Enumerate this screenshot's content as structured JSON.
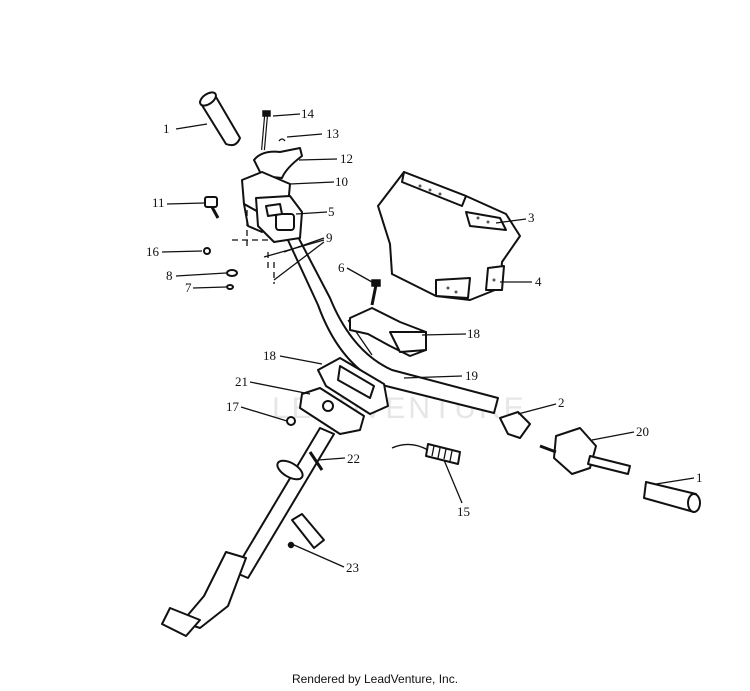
{
  "watermark": "LEADVENTURE",
  "footer": "Rendered by LeadVenture, Inc.",
  "callouts": [
    {
      "id": "1-left",
      "text": "1"
    },
    {
      "id": "14",
      "text": "14"
    },
    {
      "id": "13",
      "text": "13"
    },
    {
      "id": "12",
      "text": "12"
    },
    {
      "id": "10",
      "text": "10"
    },
    {
      "id": "11",
      "text": "11"
    },
    {
      "id": "5",
      "text": "5"
    },
    {
      "id": "3",
      "text": "3"
    },
    {
      "id": "9",
      "text": "9"
    },
    {
      "id": "16",
      "text": "16"
    },
    {
      "id": "6",
      "text": "6"
    },
    {
      "id": "4",
      "text": "4"
    },
    {
      "id": "8",
      "text": "8"
    },
    {
      "id": "7",
      "text": "7"
    },
    {
      "id": "18-right",
      "text": "18"
    },
    {
      "id": "18-left",
      "text": "18"
    },
    {
      "id": "19",
      "text": "19"
    },
    {
      "id": "21",
      "text": "21"
    },
    {
      "id": "2",
      "text": "2"
    },
    {
      "id": "17",
      "text": "17"
    },
    {
      "id": "20",
      "text": "20"
    },
    {
      "id": "22",
      "text": "22"
    },
    {
      "id": "15",
      "text": "15"
    },
    {
      "id": "1-right",
      "text": "1"
    },
    {
      "id": "23",
      "text": "23"
    }
  ]
}
